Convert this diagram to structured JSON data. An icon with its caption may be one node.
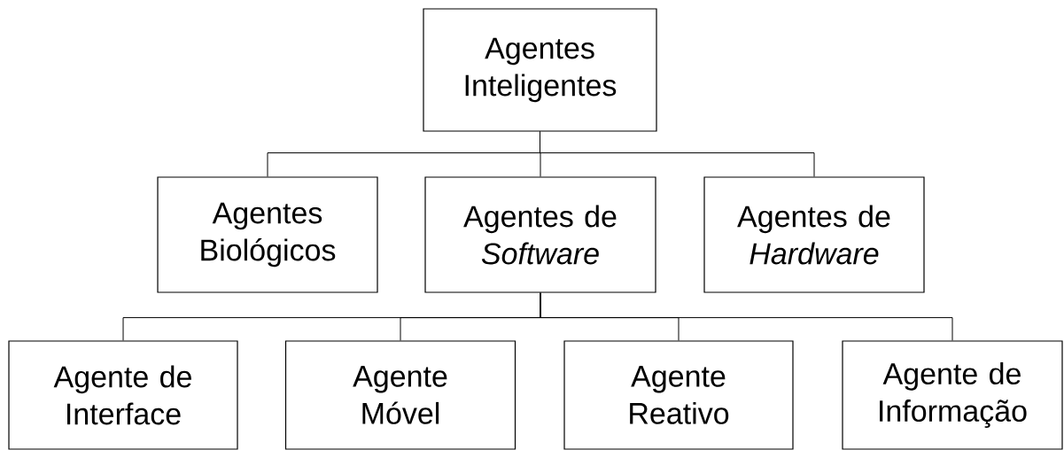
{
  "diagram": {
    "nodes": [
      {
        "text": [
          "Agentes Inteligentes"
        ]
      },
      {
        "text": [
          "Agentes Biológicos"
        ]
      },
      {
        "text": [
          "Agentes de *Software*"
        ]
      },
      {
        "text": [
          "Agentes de *Hardware*"
        ]
      },
      {
        "text": [
          "Agente de Interface"
        ]
      },
      {
        "text": [
          "Agente Móvel"
        ]
      },
      {
        "text": [
          "Agente Reativo"
        ]
      },
      {
        "text": [
          "Agente de Informação"
        ]
      }
    ],
    "edges": [
      {
        "from": 0,
        "to": 1,
        "arrow": "none"
      },
      {
        "from": 0,
        "to": 2,
        "arrow": "none"
      },
      {
        "from": 0,
        "to": 3,
        "arrow": "none"
      },
      {
        "from": 2,
        "to": 4,
        "arrow": "none"
      },
      {
        "from": 2,
        "to": 5,
        "arrow": "none"
      },
      {
        "from": 2,
        "to": 6,
        "arrow": "none"
      },
      {
        "from": 2,
        "to": 7,
        "arrow": "none"
      }
    ]
  }
}
